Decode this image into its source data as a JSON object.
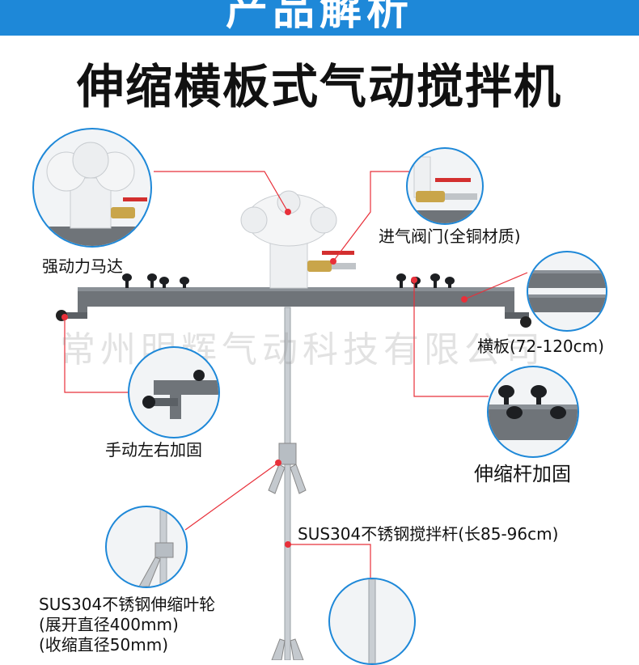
{
  "banner": {
    "text": "产品解析"
  },
  "title": "伸缩横板式气动搅拌机",
  "watermark": "常州明辉气动科技有限公司",
  "callouts": {
    "motor": "强动力马达",
    "valve": "进气阀门(全铜材质)",
    "crossplate": "横板(72-120cm)",
    "manual_lock": "手动左右加固",
    "rod_lock": "伸缩杆加固",
    "stir_rod": "SUS304不锈钢搅拌杆(长85-96cm)",
    "impeller": "SUS304不锈钢伸缩叶轮\n(展开直径400mm)\n(收缩直径50mm)"
  },
  "colors": {
    "banner": "#1e88d8",
    "callout_line": "#e8303a",
    "circle_border": "#1e88d8",
    "plate": "#6f7479"
  }
}
